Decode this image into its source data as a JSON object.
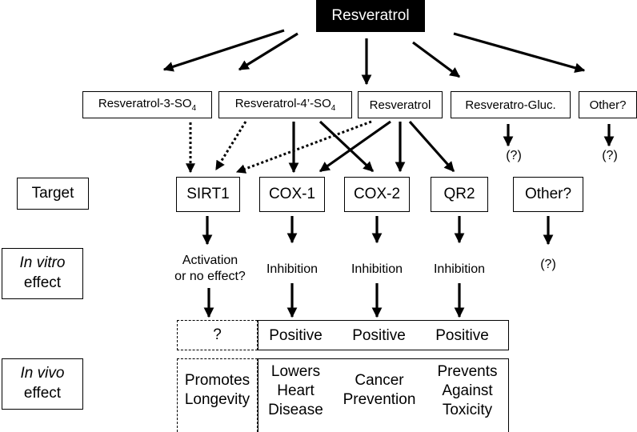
{
  "root": {
    "label": "Resveratrol"
  },
  "metabolites": [
    {
      "label": "Resveratrol-3-SO",
      "sub": "4"
    },
    {
      "label": "Resveratrol-4’-SO",
      "sub": "4"
    },
    {
      "label": "Resveratrol"
    },
    {
      "label": "Resveratro-Gluc."
    },
    {
      "label": "Other?"
    }
  ],
  "unknown_marks": [
    "(?)",
    "(?)",
    "(?)"
  ],
  "row_labels": {
    "target": "Target",
    "in_vitro_italic": "In vitro",
    "in_vitro_rest": "effect",
    "in_vivo_italic": "In vivo",
    "in_vivo_rest": "effect"
  },
  "targets": [
    "SIRT1",
    "COX-1",
    "COX-2",
    "QR2",
    "Other?"
  ],
  "in_vitro_effects": [
    {
      "line1": "Activation",
      "line2": "or no effect?"
    },
    {
      "line1": "Inhibition"
    },
    {
      "line1": "Inhibition"
    },
    {
      "line1": "Inhibition"
    }
  ],
  "outcome_row": [
    "?",
    "Positive",
    "Positive",
    "Positive"
  ],
  "in_vivo_effects": [
    {
      "line1": "Promotes",
      "line2": "Longevity"
    },
    {
      "line1": "Lowers",
      "line2": "Heart",
      "line3": "Disease"
    },
    {
      "line1": "Cancer",
      "line2": "Prevention"
    },
    {
      "line1": "Prevents",
      "line2": "Against",
      "line3": "Toxicity"
    }
  ]
}
